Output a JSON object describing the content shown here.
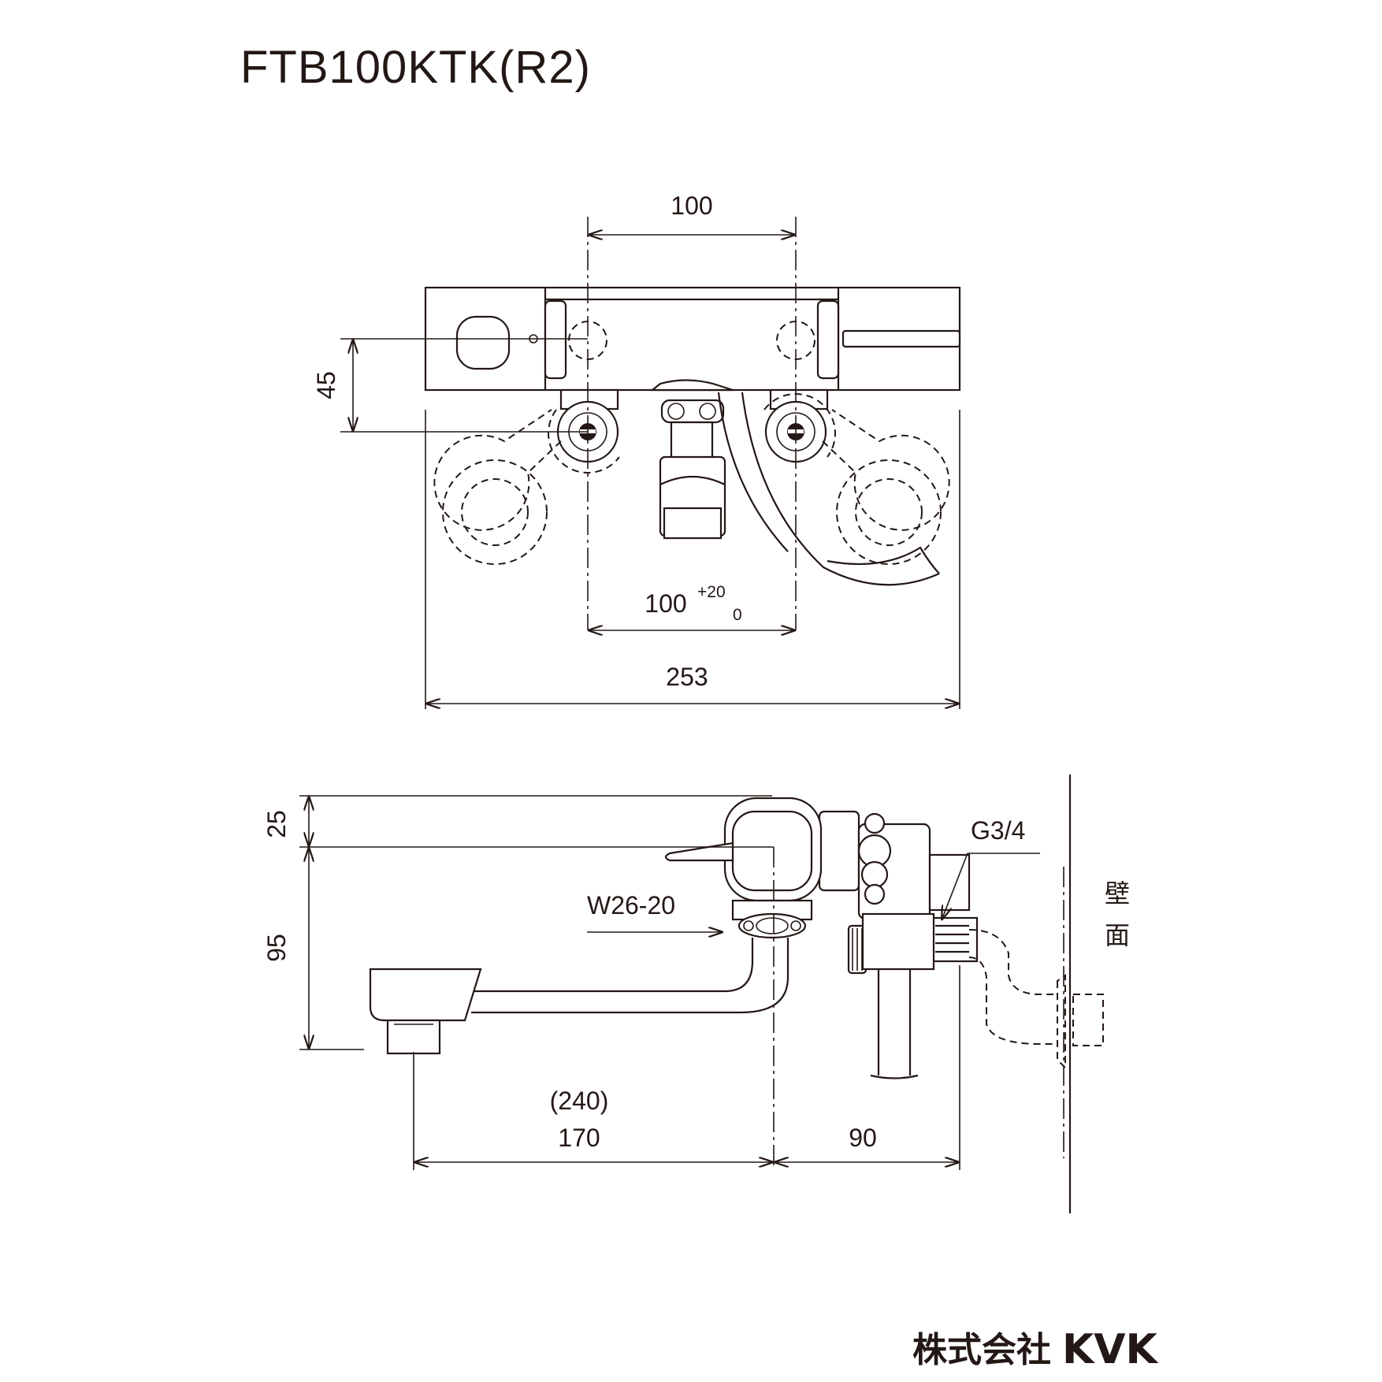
{
  "title": "FTB100KTK(R2)",
  "front_view": {
    "dim_top": "100",
    "dim_height": "45",
    "dim_pitch": "100",
    "dim_pitch_tol_upper": "+20",
    "dim_pitch_tol_lower": "0",
    "dim_width": "253"
  },
  "side_view": {
    "dim_25": "25",
    "dim_95": "95",
    "label_outlet": "W26-20",
    "label_thread": "G3/4",
    "dim_240": "(240)",
    "dim_170": "170",
    "dim_90": "90",
    "wall_label_1": "壁",
    "wall_label_2": "面"
  },
  "brand": {
    "company_jp": "株式会社",
    "company_en": "KVK"
  }
}
